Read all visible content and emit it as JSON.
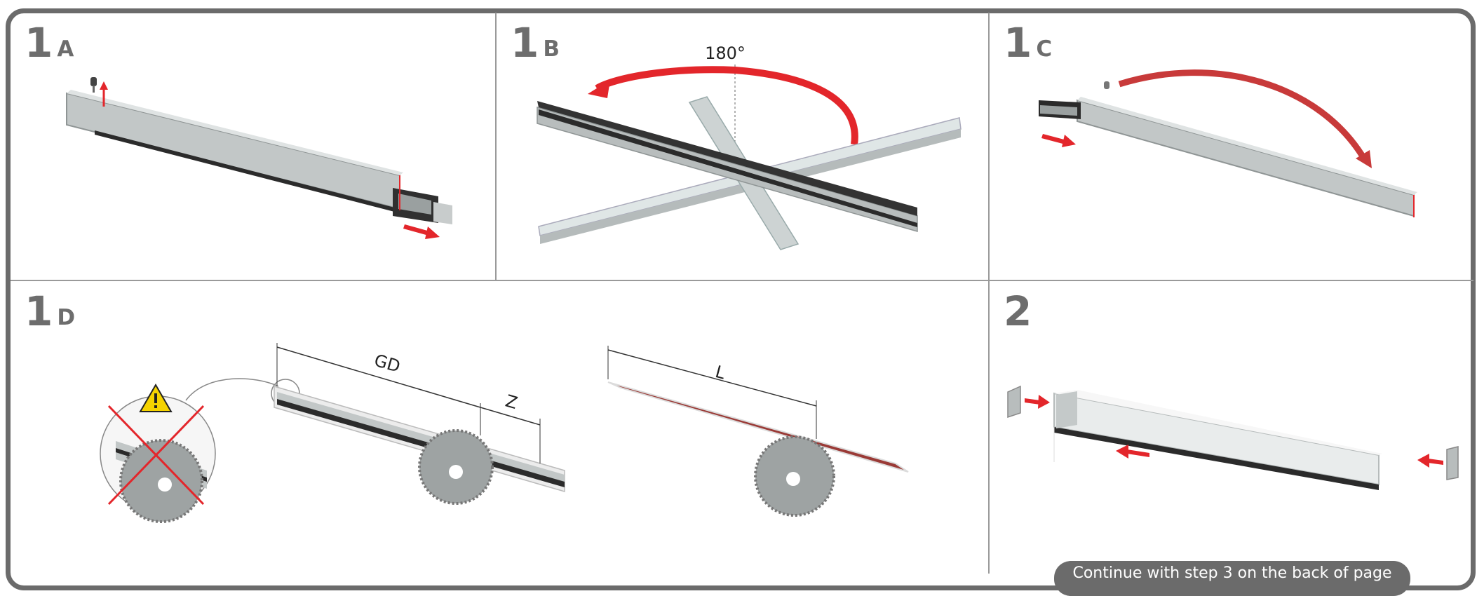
{
  "steps": [
    {
      "id": "1a",
      "number": "1",
      "letter": "A"
    },
    {
      "id": "1b",
      "number": "1",
      "letter": "B",
      "angle_label": "180°"
    },
    {
      "id": "1c",
      "number": "1",
      "letter": "C"
    },
    {
      "id": "1d",
      "number": "1",
      "letter": "D",
      "dimensions": {
        "gd": "GD",
        "z": "Z",
        "l": "L"
      }
    },
    {
      "id": "2",
      "number": "2",
      "letter": ""
    }
  ],
  "footer": {
    "text": "Continue with step 3 on the back of page"
  },
  "colors": {
    "frame": "#6b6b6b",
    "arrow_red": "#e3262b",
    "profile_silver": "#b8bdbd",
    "profile_dark": "#2b2b2b",
    "strip": "#9a3a36"
  },
  "icons": [
    "warning-icon",
    "saw-blade-icon",
    "arrow-icon",
    "rotation-arrow-icon"
  ]
}
